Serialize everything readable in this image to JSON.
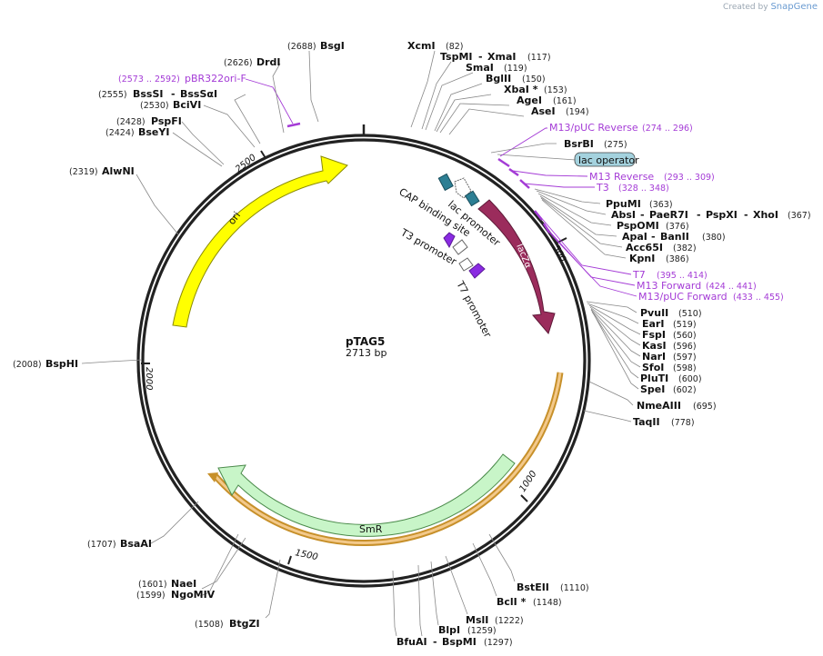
{
  "brand": {
    "prefix": "Created by",
    "name": "SnapGene"
  },
  "plasmid": {
    "name": "pTAG5",
    "size_label": "2713 bp",
    "length": 2713
  },
  "ticks": [
    {
      "bp": 500,
      "label": "500"
    },
    {
      "bp": 1000,
      "label": "1000"
    },
    {
      "bp": 1500,
      "label": "1500"
    },
    {
      "bp": 2000,
      "label": "2000"
    },
    {
      "bp": 2500,
      "label": "2500"
    }
  ],
  "features": [
    {
      "id": "ori",
      "label": "ori",
      "color": "#ffff00",
      "stroke": "#8a8a00"
    },
    {
      "id": "lacZa",
      "label": "lacZα",
      "color": "#9b2c5c",
      "stroke": "#5e1a38"
    },
    {
      "id": "SmR",
      "label": "SmR",
      "color": "#c8f5c8",
      "stroke": "#4a8a4a"
    },
    {
      "id": "SmR-highlight",
      "label": "",
      "color": "#f3c98b",
      "stroke": "#c7902a"
    }
  ],
  "small_features": {
    "cap": "CAP binding site",
    "lac_promoter": "lac promoter",
    "t3_promoter": "T3 promoter",
    "t7_promoter": "T7 promoter",
    "lac_operator": "lac operator"
  },
  "enzymes": [
    {
      "name": "BsgI",
      "pos": "(2688)"
    },
    {
      "name": "XcmI",
      "pos": "(82)"
    },
    {
      "name": "TspMI",
      "name2": "XmaI",
      "pos": "(117)"
    },
    {
      "name": "SmaI",
      "pos": "(119)"
    },
    {
      "name": "BglII",
      "pos": "(150)"
    },
    {
      "name": "XbaI *",
      "pos": "(153)"
    },
    {
      "name": "AgeI",
      "pos": "(161)"
    },
    {
      "name": "AseI",
      "pos": "(194)"
    },
    {
      "name": "BsrBI",
      "pos": "(275)"
    },
    {
      "name": "PpuMI",
      "pos": "(363)"
    },
    {
      "name": "AbsI",
      "name2": "PaeR7I",
      "name3": "PspXI",
      "name4": "XhoI",
      "pos": "(367)"
    },
    {
      "name": "PspOMI",
      "pos": "(376)"
    },
    {
      "name": "ApaI",
      "name2": "BanII",
      "pos": "(380)"
    },
    {
      "name": "Acc65I",
      "pos": "(382)"
    },
    {
      "name": "KpnI",
      "pos": "(386)"
    },
    {
      "name": "PvuII",
      "pos": "(510)"
    },
    {
      "name": "EarI",
      "pos": "(519)"
    },
    {
      "name": "FspI",
      "pos": "(560)"
    },
    {
      "name": "KasI",
      "pos": "(596)"
    },
    {
      "name": "NarI",
      "pos": "(597)"
    },
    {
      "name": "SfoI",
      "pos": "(598)"
    },
    {
      "name": "PluTI",
      "pos": "(600)"
    },
    {
      "name": "SpeI",
      "pos": "(602)"
    },
    {
      "name": "NmeAIII",
      "pos": "(695)"
    },
    {
      "name": "TaqII",
      "pos": "(778)"
    },
    {
      "name": "BstEII",
      "pos": "(1110)"
    },
    {
      "name": "BclI *",
      "pos": "(1148)"
    },
    {
      "name": "MslI",
      "pos": "(1222)"
    },
    {
      "name": "BlpI",
      "pos": "(1259)"
    },
    {
      "name": "BfuAI",
      "name2": "BspMI",
      "pos": "(1297)"
    },
    {
      "name": "BtgZI",
      "pos": "(1508)"
    },
    {
      "name": "NaeI",
      "pos": "(1601)"
    },
    {
      "name": "NgoMIV",
      "pos": "(1599)"
    },
    {
      "name": "BsaAI",
      "pos": "(1707)"
    },
    {
      "name": "BspHI",
      "pos": "(2008)"
    },
    {
      "name": "AlwNI",
      "pos": "(2319)"
    },
    {
      "name": "BseYI",
      "pos": "(2424)"
    },
    {
      "name": "PspFI",
      "pos": "(2428)"
    },
    {
      "name": "BciVI",
      "pos": "(2530)"
    },
    {
      "name": "BssSI",
      "name2": "BssSαI",
      "pos": "(2555)"
    },
    {
      "name": "DrdI",
      "pos": "(2626)"
    }
  ],
  "primers": [
    {
      "name": "pBR322ori-F",
      "pos": "(2573 .. 2592)"
    },
    {
      "name": "M13/pUC Reverse",
      "pos": "(274 .. 296)"
    },
    {
      "name": "M13 Reverse",
      "pos": "(293 .. 309)"
    },
    {
      "name": "T3",
      "pos": "(328 .. 348)"
    },
    {
      "name": "T7",
      "pos": "(395 .. 414)"
    },
    {
      "name": "M13 Forward",
      "pos": "(424 .. 441)"
    },
    {
      "name": "M13/pUC Forward",
      "pos": "(433 .. 455)"
    }
  ]
}
